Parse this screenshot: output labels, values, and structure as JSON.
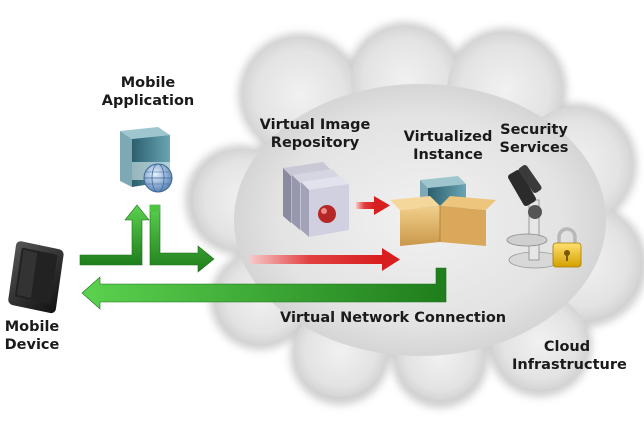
{
  "labels": {
    "mobile_application": [
      "Mobile",
      "Application"
    ],
    "mobile_device": [
      "Mobile",
      "Device"
    ],
    "virtual_image_repository": [
      "Virtual Image",
      "Repository"
    ],
    "virtualized_instance": [
      "Virtualized",
      "Instance"
    ],
    "security_services": [
      "Security",
      "Services"
    ],
    "virtual_network_connection": "Virtual Network Connection",
    "cloud_infrastructure": [
      "Cloud",
      "Infrastructure"
    ]
  },
  "icons": {
    "mobile_device": "smartphone-icon",
    "mobile_application": "software-box-icon",
    "globe": "globe-icon",
    "repository": "disk-stack-icon",
    "instance": "open-box-icon",
    "security": "microscope-icon",
    "lock": "padlock-icon",
    "cloud": "cloud-icon"
  },
  "colors": {
    "flow_green": "#2e9e2a",
    "flow_red": "#d81e1e",
    "cloud_fill": "#e6e6e6"
  }
}
